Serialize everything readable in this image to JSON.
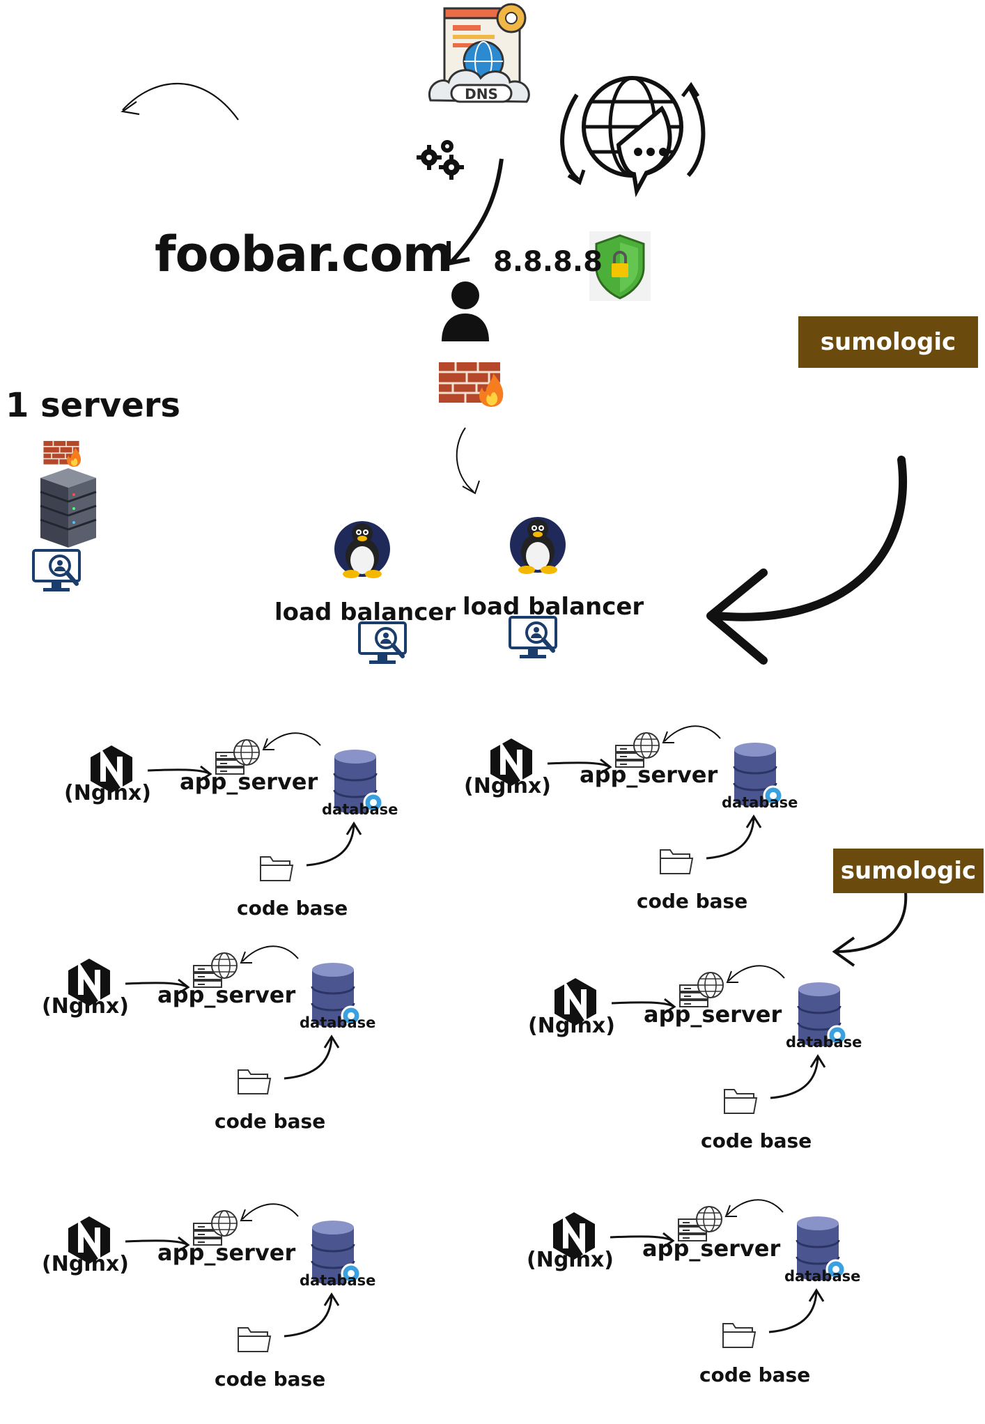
{
  "header": {
    "domain": "foobar.com",
    "dns_ip": "8.8.8.8",
    "servers_title": "1 servers"
  },
  "icons": {
    "dns": "dns-icon",
    "gears": "gears-icon",
    "globe": "globe-chat-icon",
    "shield": "shield-lock-icon",
    "user": "user-icon",
    "firewall": "firewall-icon",
    "server_rack": "server-rack-icon",
    "monitor": "monitor-search-icon",
    "linux": "linux-penguin-icon",
    "nginx": "nginx-icon",
    "web_server": "web-server-icon",
    "database": "database-icon",
    "folder": "folder-icon"
  },
  "sumologic": [
    "sumologic",
    "sumologic"
  ],
  "load_balancers": [
    {
      "label": "load balancer"
    },
    {
      "label": "load balancer"
    }
  ],
  "stacks": [
    {
      "nginx": "(Nginx)",
      "app": "app_server",
      "db": "database",
      "code": "code base"
    },
    {
      "nginx": "(Nginx)",
      "app": "app_server",
      "db": "database",
      "code": "code base"
    },
    {
      "nginx": "(Nginx)",
      "app": "app_server",
      "db": "database",
      "code": "code base"
    },
    {
      "nginx": "(Nginx)",
      "app": "app_server",
      "db": "database",
      "code": "code base"
    },
    {
      "nginx": "(Nginx)",
      "app": "app_server",
      "db": "database",
      "code": "code base"
    },
    {
      "nginx": "(Nginx)",
      "app": "app_server",
      "db": "database",
      "code": "code base"
    }
  ],
  "colors": {
    "sumologic_bg": "#6b4a0e",
    "nginx": "#111111",
    "linux_bg": "#1f2a5a",
    "db_body": "#4b5690",
    "monitor": "#1a3d6b",
    "shield": "#4caf3a",
    "firewall": "#b5472b",
    "dns_blue": "#2b8ad0"
  }
}
